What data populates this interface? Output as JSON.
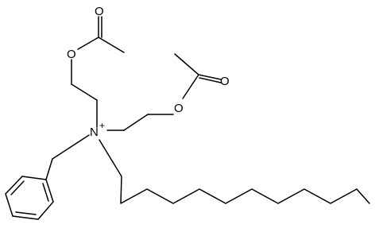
{
  "atoms": {
    "nitrogen": {
      "symbol": "N",
      "charge": "+"
    },
    "oxygen_ester_upper": {
      "symbol": "O"
    },
    "oxygen_carbonyl_upper": {
      "symbol": "O"
    },
    "oxygen_ester_right": {
      "symbol": "O"
    },
    "oxygen_carbonyl_right": {
      "symbol": "O"
    }
  },
  "colors": {
    "bond": "#000000",
    "background": "#ffffff"
  }
}
